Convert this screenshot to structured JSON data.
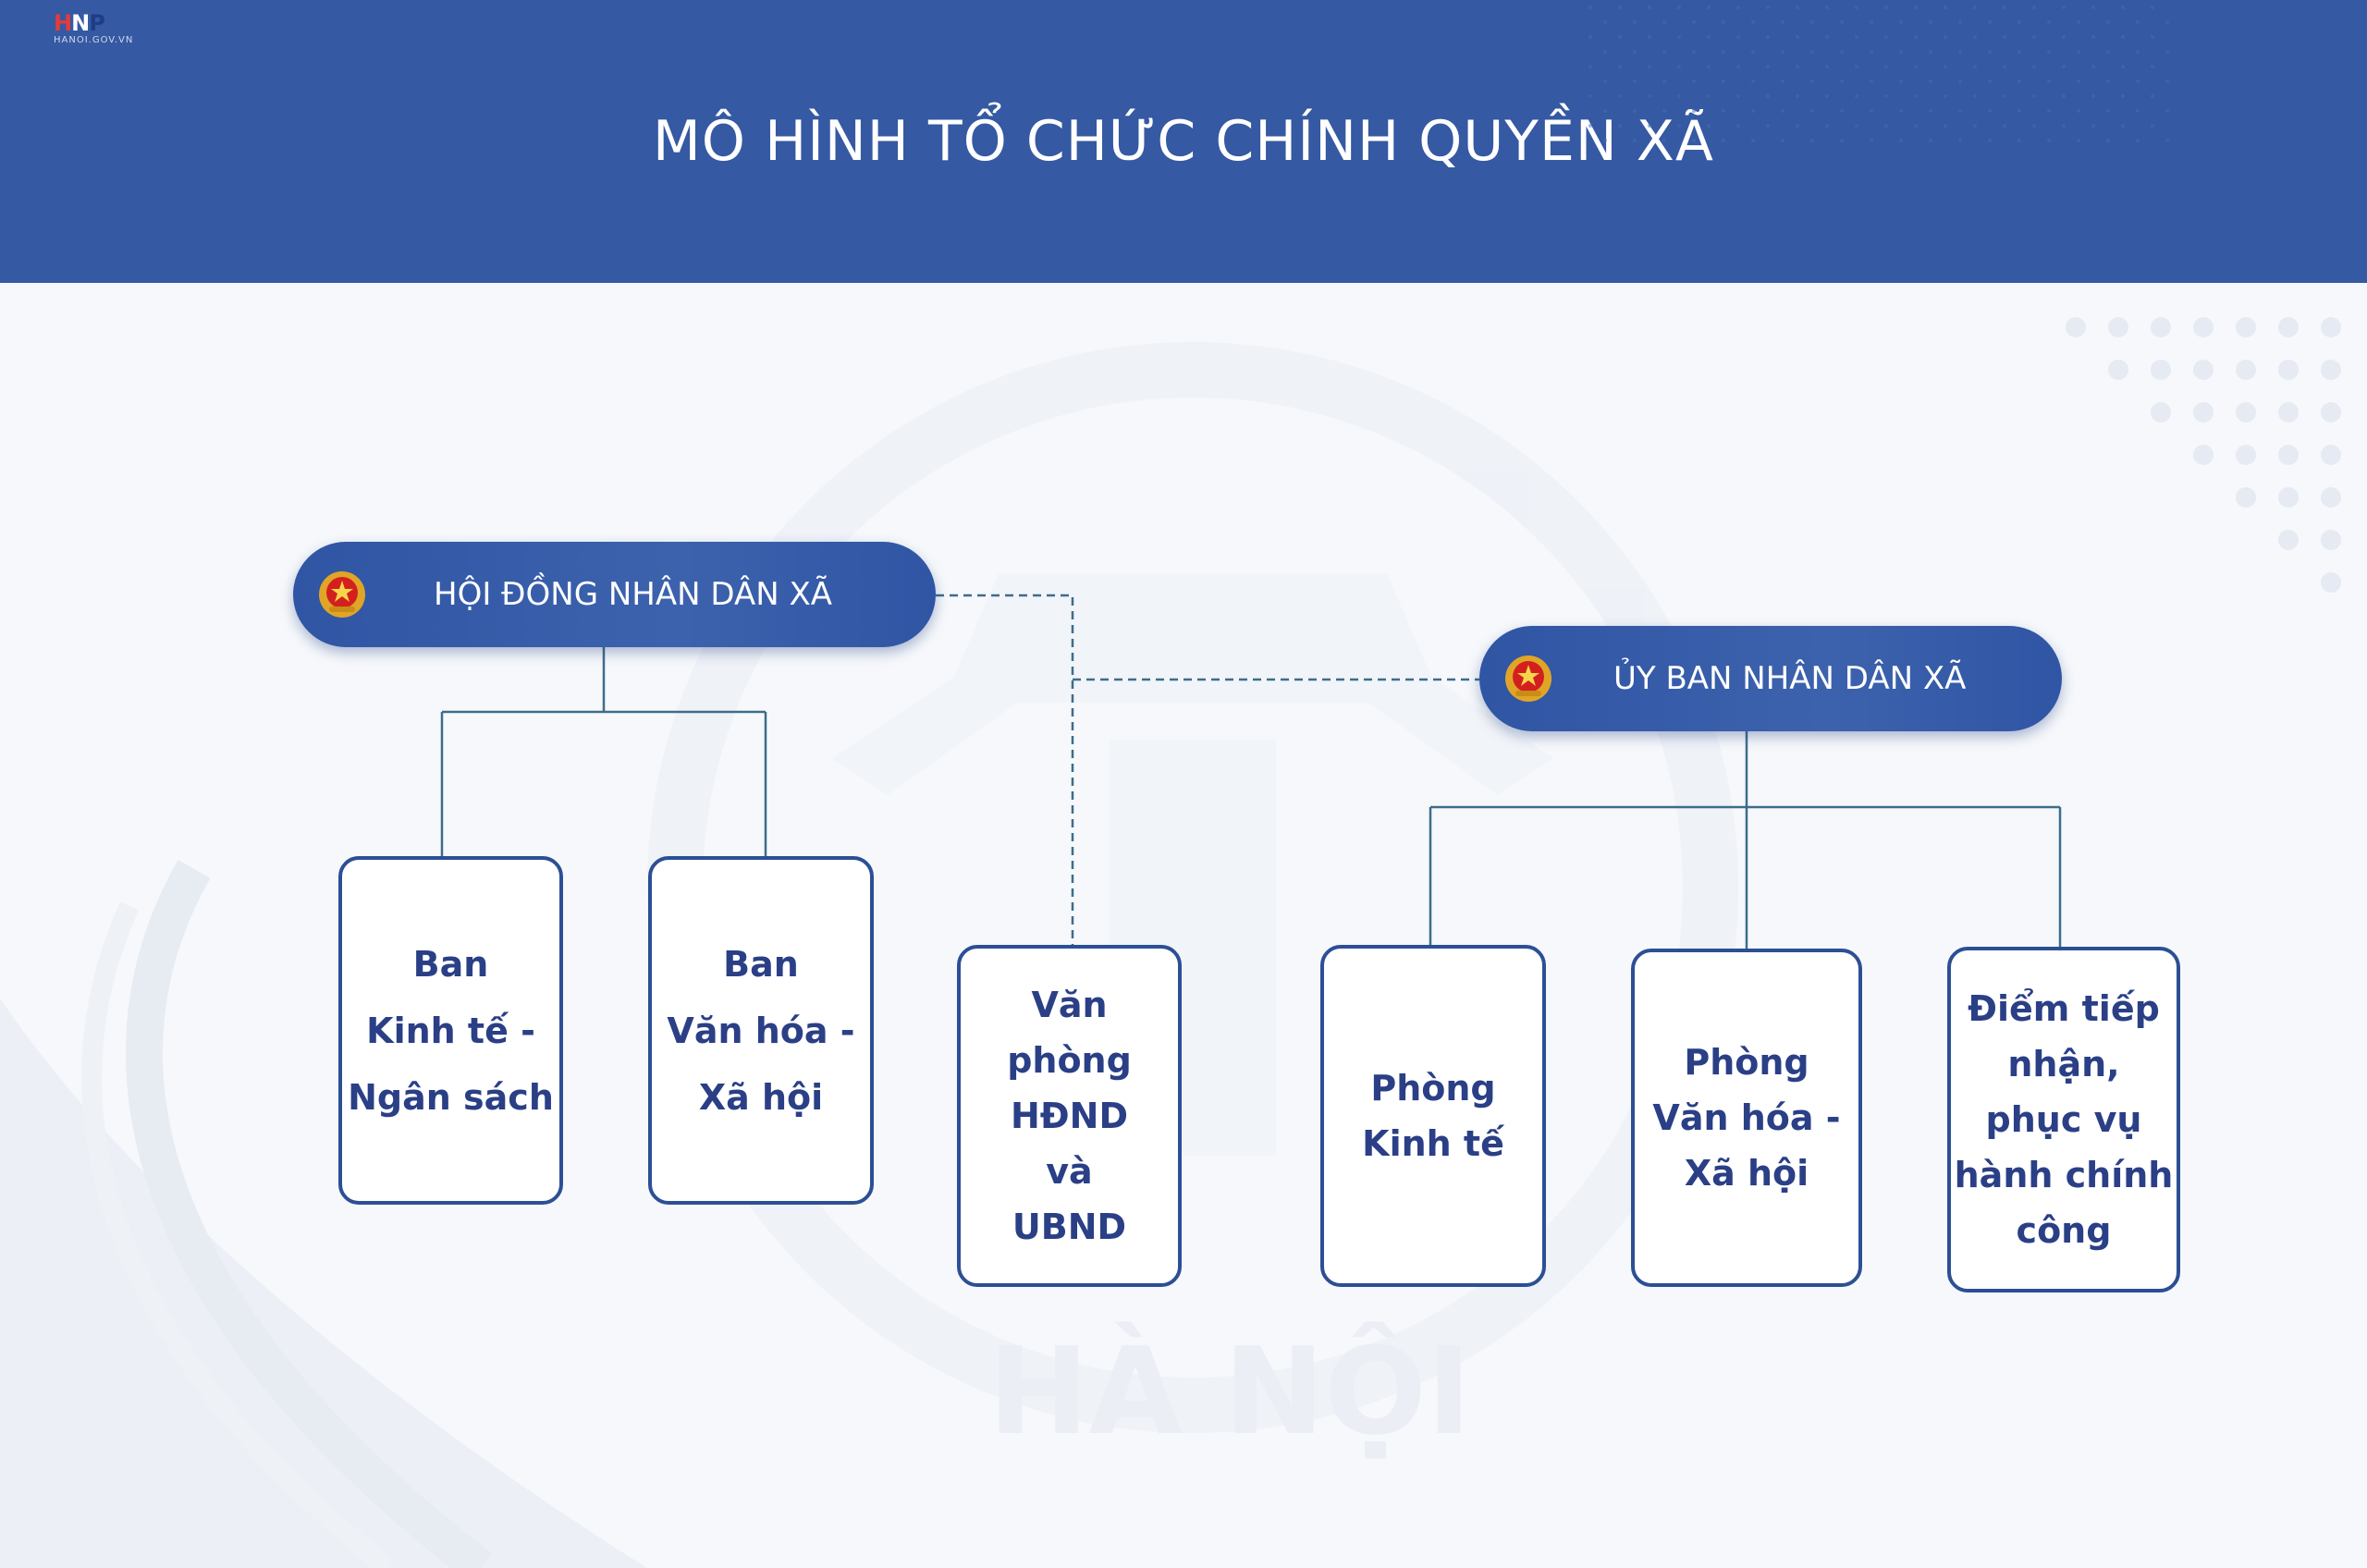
{
  "header": {
    "logo_text": "HNP",
    "logo_subtext": "HANOI.GOV.VN",
    "title": "MÔ HÌNH TỔ CHỨC CHÍNH QUYỀN XÃ"
  },
  "watermark": "HÀ NỘI",
  "nodes": {
    "hdnd": "HỘI ĐỒNG NHÂN DÂN XÃ",
    "ubnd": "ỦY BAN NHÂN DÂN XÃ",
    "ban_kinh_te": "Ban\nKinh tế -\nNgân sách",
    "ban_van_hoa": "Ban\nVăn hóa -\nXã hội",
    "van_phong": "Văn\nphòng\nHĐND\nvà\nUBND",
    "phong_kinh_te": "Phòng\nKinh tế",
    "phong_van_hoa": "Phòng\nVăn hóa -\nXã hội",
    "diem_tiep_nhan": "Điểm tiếp\nnhận,\nphục vụ\nhành chính\ncông"
  },
  "colors": {
    "header_bg": "#3559a2",
    "node_border": "#2c4f95",
    "node_text": "#2a3f86",
    "connector": "#3d6d8c"
  }
}
